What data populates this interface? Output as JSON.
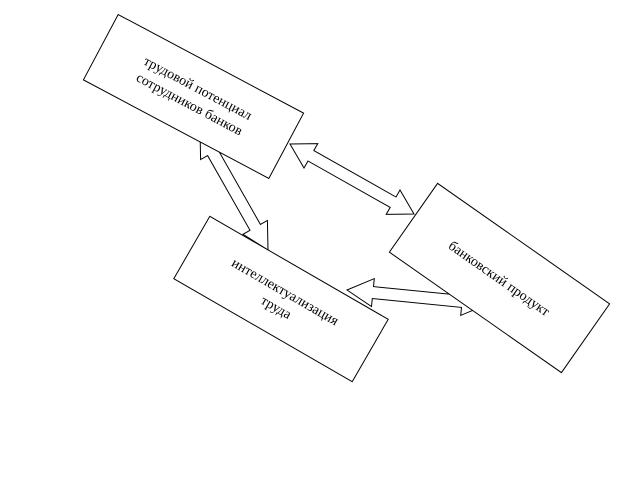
{
  "diagram": {
    "nodes": [
      {
        "id": "labor-potential",
        "lines": [
          "трудовой потенциал",
          "сотрудников банков"
        ]
      },
      {
        "id": "intellectualization",
        "lines": [
          "интеллектуализация",
          "труда"
        ]
      },
      {
        "id": "banking-product",
        "lines": [
          "банковский продукт"
        ]
      }
    ],
    "connections": [
      {
        "from": "labor-potential",
        "to": "intellectualization",
        "direction": "both"
      },
      {
        "from": "labor-potential",
        "to": "banking-product",
        "direction": "both"
      },
      {
        "from": "intellectualization",
        "to": "banking-product",
        "direction": "both"
      }
    ],
    "colors": {
      "background": "#ffffff",
      "stroke": "#000000",
      "fill": "#ffffff"
    }
  }
}
